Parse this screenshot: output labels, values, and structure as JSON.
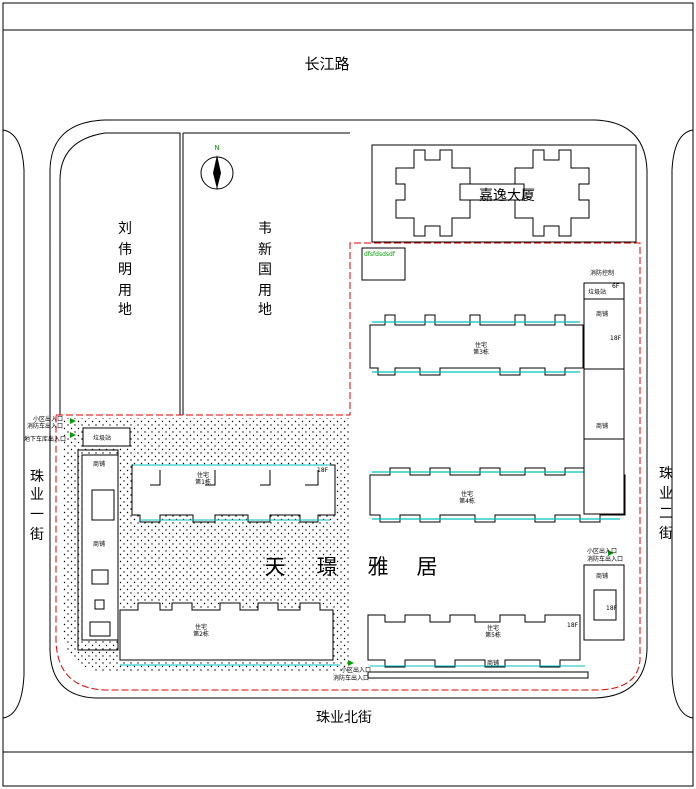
{
  "roads": {
    "north": "长江路",
    "south": "珠业北街",
    "west": [
      "珠",
      "业",
      "一",
      "街"
    ],
    "east": [
      "珠",
      "业",
      "二",
      "街"
    ]
  },
  "plots": {
    "liu": [
      "刘",
      "伟",
      "明",
      "用",
      "地"
    ],
    "wei": [
      "韦",
      "新",
      "国",
      "用",
      "地"
    ],
    "jiayi": "嘉逸大厦",
    "project": [
      "天",
      "璟",
      "雅",
      "居"
    ]
  },
  "compass": {
    "north": "N"
  },
  "buildings": {
    "b1": [
      "住宅",
      "第1栋"
    ],
    "b2": [
      "住宅",
      "第2栋"
    ],
    "b3": [
      "住宅",
      "第3栋"
    ],
    "b4": [
      "住宅",
      "第4栋"
    ],
    "b5": [
      "住宅",
      "第5栋"
    ]
  },
  "annotations": {
    "entrance_west_a": "小区出入口",
    "entrance_west_b": "消防车出入口",
    "garage_west": "地下车库出入口",
    "entrance_east_a": "小区出入口",
    "entrance_east_b": "消防车出入口",
    "entrance_south_a": "小区出入口",
    "entrance_south_b": "消防车出入口",
    "substation_east": "消防控制",
    "sub_east": "垃圾站",
    "sub_west": "垃圾站",
    "shops": "商铺",
    "floors_a": "6F",
    "floors_b": "18F",
    "plate": "dfsfdsdsdf"
  },
  "colors": {
    "boundary": "#e00000",
    "accent": "#00c0c0",
    "green": "#00a000"
  }
}
